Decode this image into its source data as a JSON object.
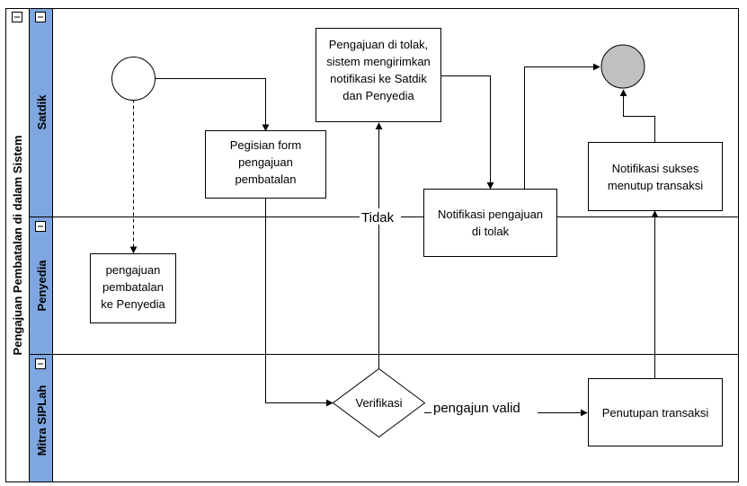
{
  "pool": {
    "title": "Pengajuan Pembatalan di dalam Sistem",
    "collapse_glyph": "⊟"
  },
  "lanes": [
    {
      "label": "Satdik",
      "collapse_glyph": "⊟"
    },
    {
      "label": "Penyedia",
      "collapse_glyph": "⊟"
    },
    {
      "label": "Mitra SIPLah",
      "collapse_glyph": "⊟"
    }
  ],
  "nodes": {
    "form_pengajuan": [
      "Pegisian form",
      "pengajuan",
      "pembatalan"
    ],
    "pengajuan_ke_penyedia": [
      "pengajuan",
      "pembatalan",
      "ke Penyedia"
    ],
    "ditolak_notif": [
      "Pengajuan di tolak,",
      "sistem mengirimkan",
      "notifikasi ke Satdik",
      "dan Penyedia"
    ],
    "notif_ditolak": [
      "Notifikasi pengajuan",
      "di tolak"
    ],
    "notif_sukses": [
      "Notifikasi sukses",
      "menutup transaksi"
    ],
    "verifikasi": "Verifikasi",
    "penutupan": "Penutupan transaksi"
  },
  "edge_labels": {
    "tidak": "Tidak",
    "pengajun_valid": "pengajun valid"
  },
  "colors": {
    "lane_header": "#7ea6e0",
    "end_event": "#c0c0c0",
    "stroke": "#000000"
  }
}
